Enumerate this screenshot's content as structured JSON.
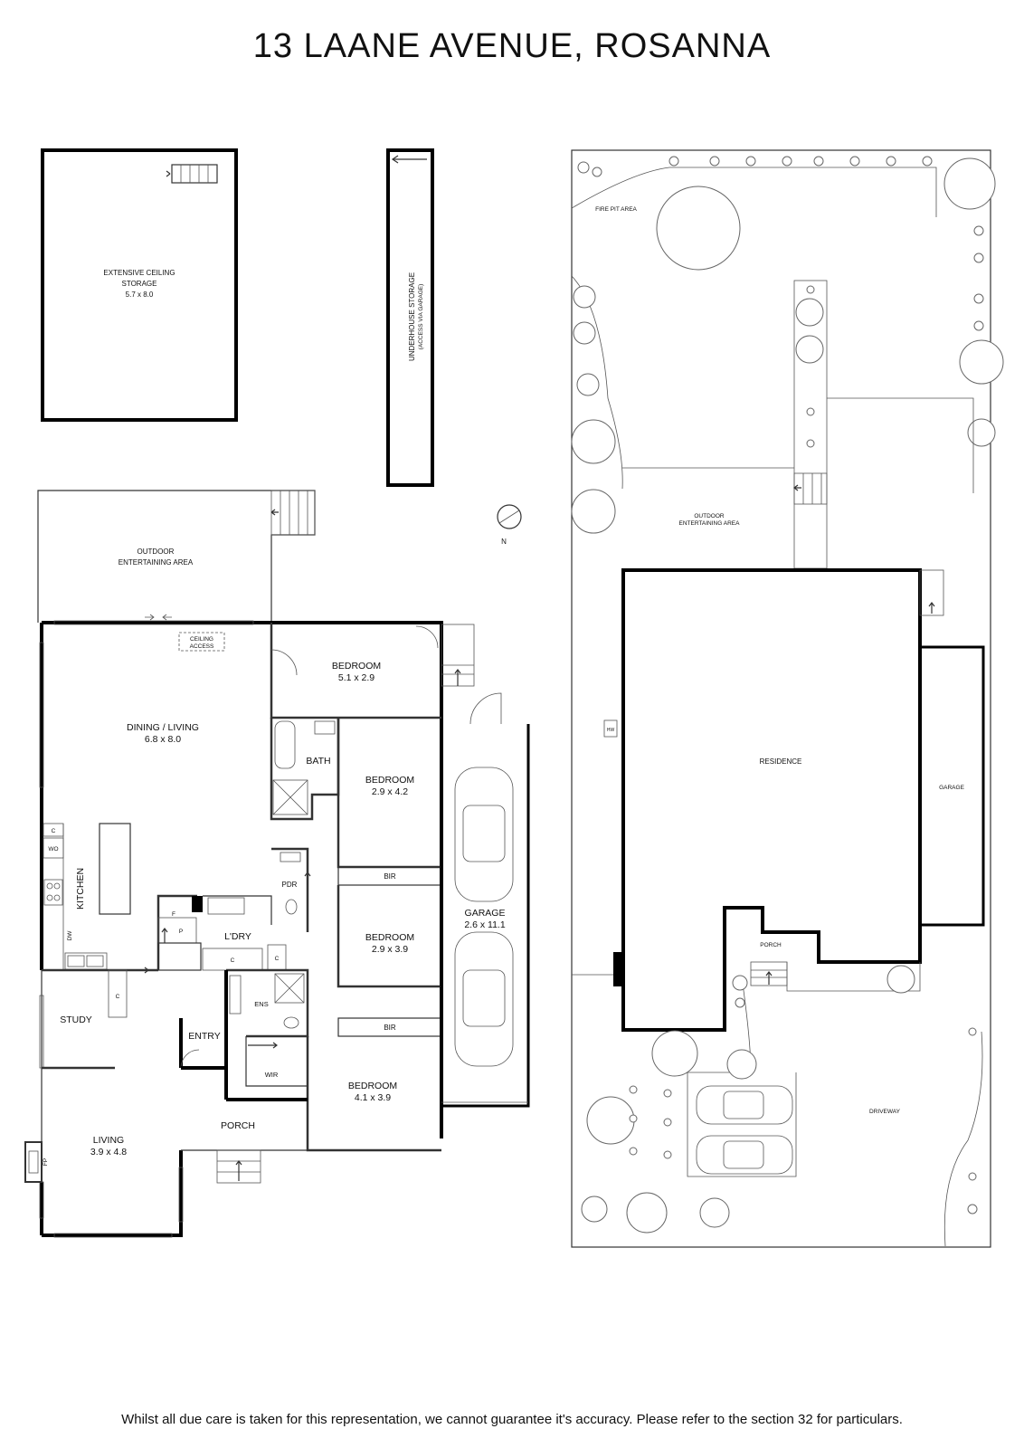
{
  "title": "13 LAANE AVENUE, ROSANNA",
  "disclaimer": "Whilst all due care is taken for this representation, we cannot guarantee it's accuracy. Please refer to the section 32 for particulars.",
  "compass": "N",
  "ceiling_storage": {
    "name": "EXTENSIVE CEILING",
    "name2": "STORAGE",
    "dims": "5.7 x 8.0"
  },
  "underhouse": {
    "name": "UNDERHOUSE STORAGE",
    "note": "(ACCESS VIA GARAGE)"
  },
  "floor_plan": {
    "outdoor": {
      "line1": "OUTDOOR",
      "line2": "ENTERTAINING AREA"
    },
    "ceiling_access": {
      "line1": "CEILING",
      "line2": "ACCESS"
    },
    "bedroom1": {
      "name": "BEDROOM",
      "dims": "5.1 x 2.9"
    },
    "dining_living": {
      "name": "DINING / LIVING",
      "dims": "6.8 x 8.0"
    },
    "bath": "BATH",
    "bedroom2": {
      "name": "BEDROOM",
      "dims": "2.9 x 4.2"
    },
    "bir1": "BIR",
    "bedroom3": {
      "name": "BEDROOM",
      "dims": "2.9 x 3.9"
    },
    "bir2": "BIR",
    "bedroom4": {
      "name": "BEDROOM",
      "dims": "4.1 x 3.9"
    },
    "garage": {
      "name": "GARAGE",
      "dims": "2.6 x 11.1"
    },
    "kitchen": "KITCHEN",
    "pdr": "PDR",
    "ldry": "L'DRY",
    "ens": "ENS",
    "wir": "WIR",
    "study": "STUDY",
    "entry": "ENTRY",
    "porch": "PORCH",
    "living": {
      "name": "LIVING",
      "dims": "3.9 x 4.8"
    },
    "fp": "FP",
    "c": "C",
    "wo": "WO",
    "dw": "DW",
    "f": "F",
    "p": "P"
  },
  "site_plan": {
    "fire_pit": "FIRE PIT AREA",
    "outdoor": {
      "line1": "OUTDOOR",
      "line2": "ENTERTAINING AREA"
    },
    "residence": "RESIDENCE",
    "garage": "GARAGE",
    "porch": "PORCH",
    "driveway": "DRIVEWAY",
    "hw": "HW"
  }
}
